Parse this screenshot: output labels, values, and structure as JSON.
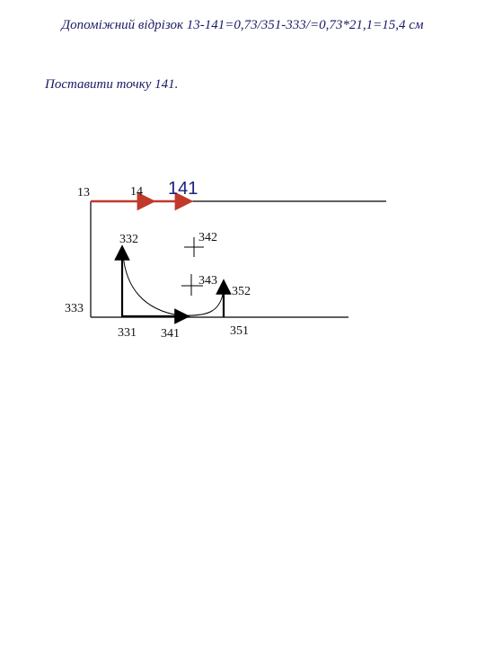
{
  "title": "Допоміжний відрізок 13-141=0,73/351-333/=0,73*21,1=15,4 см",
  "instruction": "Поставити точку 141.",
  "points": {
    "p13": "13",
    "p14": "14",
    "p141": "141",
    "p332": "332",
    "p342": "342",
    "p343": "343",
    "p352": "352",
    "p333": "333",
    "p331": "331",
    "p341": "341",
    "p351": "351"
  },
  "colors": {
    "accent_segment": "#c0392b",
    "line": "#000000",
    "label_141": "#1a237e"
  }
}
